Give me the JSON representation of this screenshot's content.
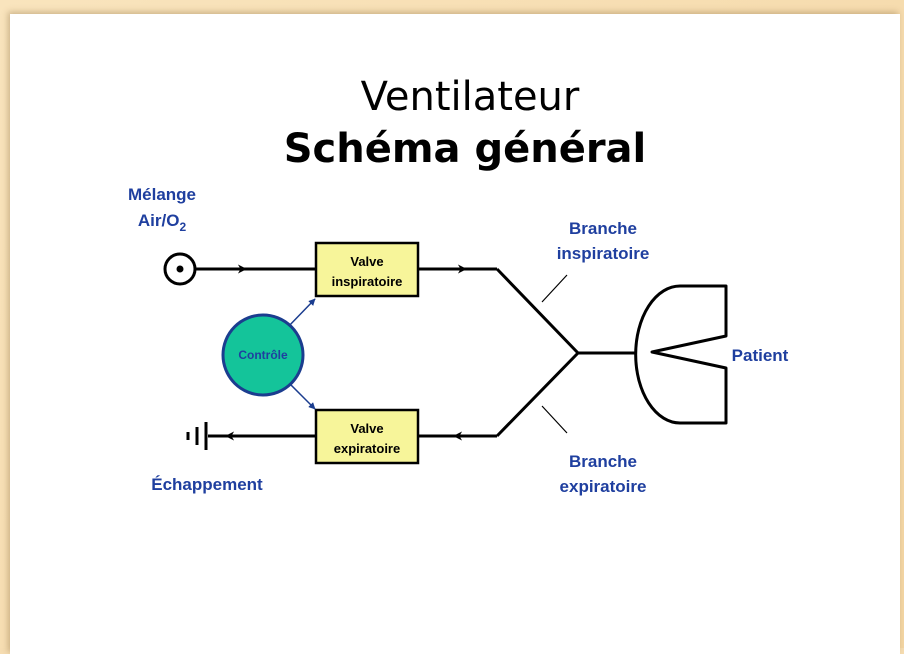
{
  "title": {
    "line1": "Ventilateur",
    "line2": "Schéma général"
  },
  "labels": {
    "melange_line1": "Mélange",
    "melange_line2_main": "Air/O",
    "melange_line2_sub": "2",
    "echappement": "Échappement",
    "branche_insp_line1": "Branche",
    "branche_insp_line2": "inspiratoire",
    "branche_exp_line1": "Branche",
    "branche_exp_line2": "expiratoire",
    "patient": "Patient"
  },
  "boxes": {
    "valve_insp_line1": "Valve",
    "valve_insp_line2": "inspiratoire",
    "valve_exp_line1": "Valve",
    "valve_exp_line2": "expiratoire",
    "controle": "Contrôle"
  },
  "colors": {
    "label_blue": "#1f3f9f",
    "valve_fill": "#f7f59a",
    "control_fill": "#14c49a",
    "control_stroke": "#1b3d8f",
    "frame_bg": "#f6ddb2"
  }
}
